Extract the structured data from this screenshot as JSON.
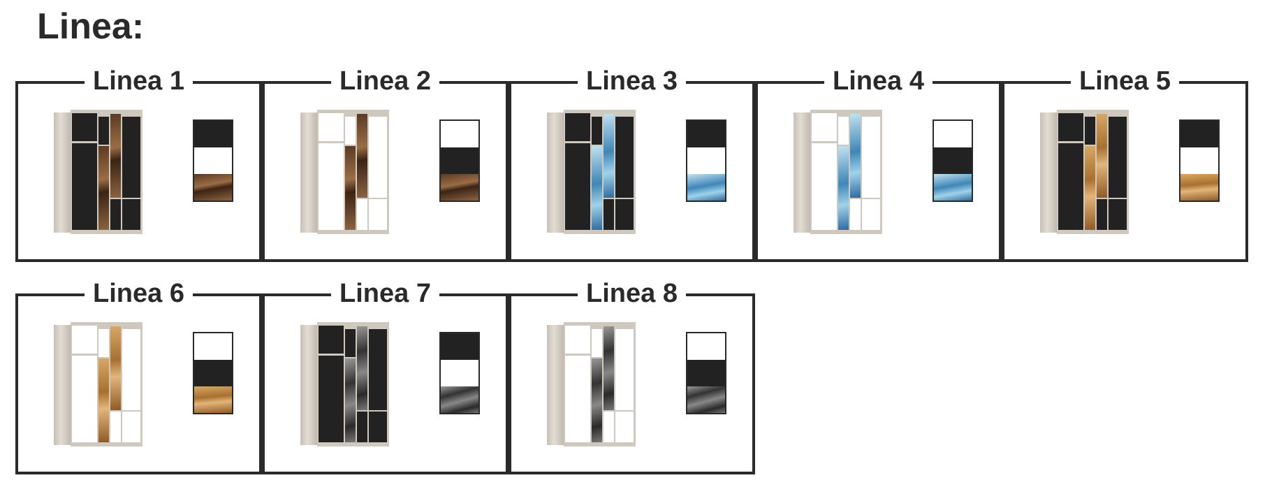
{
  "title": "Linea:",
  "colors": {
    "black": "#222222",
    "white": "#ffffff",
    "darkwood": "#7a5436",
    "blue": "#3f86b8",
    "lightwood": "#c08a45",
    "gray": "#6a6a6a"
  },
  "lines": [
    {
      "label": "Linea 1",
      "base": "black",
      "alt": "white",
      "decor": "darkwood"
    },
    {
      "label": "Linea 2",
      "base": "white",
      "alt": "black",
      "decor": "darkwood"
    },
    {
      "label": "Linea 3",
      "base": "black",
      "alt": "white",
      "decor": "blue"
    },
    {
      "label": "Linea 4",
      "base": "white",
      "alt": "black",
      "decor": "blue"
    },
    {
      "label": "Linea 5",
      "base": "black",
      "alt": "white",
      "decor": "lightwood"
    },
    {
      "label": "Linea 6",
      "base": "white",
      "alt": "black",
      "decor": "lightwood"
    },
    {
      "label": "Linea 7",
      "base": "black",
      "alt": "white",
      "decor": "gray"
    },
    {
      "label": "Linea 8",
      "base": "white",
      "alt": "black",
      "decor": "gray"
    }
  ]
}
